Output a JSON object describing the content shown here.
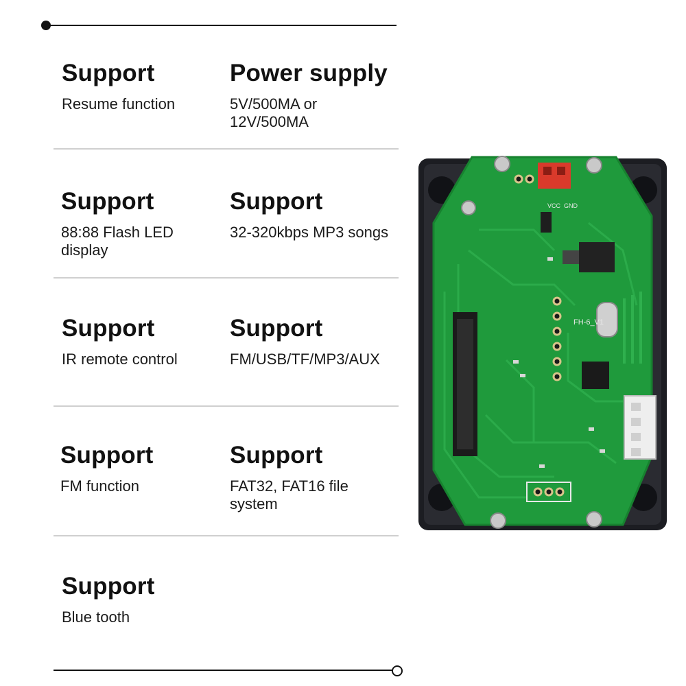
{
  "features": [
    {
      "heading": "Support",
      "detail": "Resume function"
    },
    {
      "heading": "Power supply",
      "detail": "5V/500MA or 12V/500MA"
    },
    {
      "heading": "Support",
      "detail": "88:88 Flash LED display"
    },
    {
      "heading": "Support",
      "detail": "32-320kbps MP3 songs"
    },
    {
      "heading": "Support",
      "detail": "IR remote control"
    },
    {
      "heading": "Support",
      "detail": "FM/USB/TF/MP3/AUX"
    },
    {
      "heading": "Support",
      "detail": "FM function"
    },
    {
      "heading": "Support",
      "detail": "FAT32, FAT16 file system"
    },
    {
      "heading": "Support",
      "detail": "Blue tooth"
    }
  ],
  "board": {
    "silkscreen_model": "FH-6_V1",
    "pin_labels": [
      "GND",
      "VCC"
    ],
    "colors": {
      "pcb": "#1f9a3c",
      "housing": "#1c1d22",
      "connector": "#d93a2b",
      "white_connector": "#eeeeee"
    }
  }
}
